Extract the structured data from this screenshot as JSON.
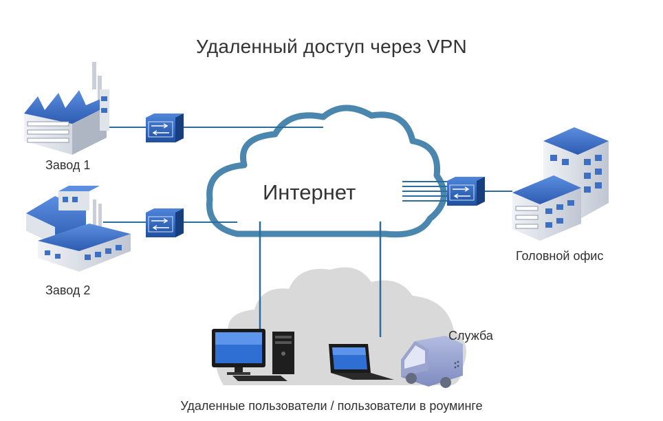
{
  "title": "Удаленный доступ через VPN",
  "cloud": {
    "label": "Интернет"
  },
  "nodes": {
    "plant1": "Завод 1",
    "plant2": "Завод 2",
    "head_office": "Головной офис",
    "service": "Служба",
    "remote_users": "Удаленные пользователи / пользователи в роуминге"
  },
  "colors": {
    "cloud_outline": "#4a86ad",
    "link": "#2a6c9b",
    "building_roof": "#3d6fc2",
    "building_wall": "#dfe3ea",
    "vpn_device": "#2d5fb3",
    "user_cloud": "#d9d9d9"
  },
  "icons": [
    "factory-icon",
    "vpn-router-icon",
    "office-building-icon",
    "desktop-computer-icon",
    "laptop-icon",
    "van-icon"
  ]
}
